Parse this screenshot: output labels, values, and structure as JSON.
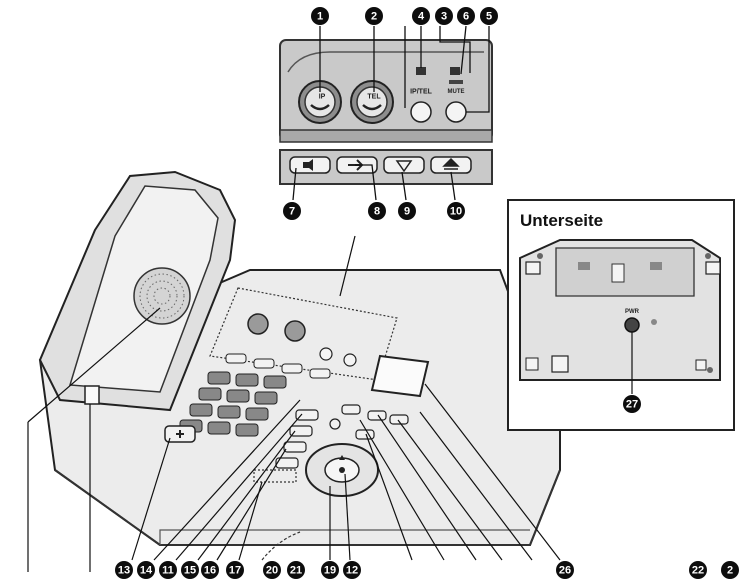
{
  "panel": {
    "button_labels": {
      "ip": "IP",
      "tel": "TEL",
      "ip_tel": "IP/TEL",
      "mute": "MUTE"
    }
  },
  "inset": {
    "title": "Unterseite",
    "port_label": "PWR"
  },
  "callouts": {
    "top": [
      "1",
      "2",
      "4",
      "3",
      "6",
      "5"
    ],
    "row": [
      "7",
      "8",
      "9",
      "10"
    ],
    "bottom": [
      "13",
      "14",
      "11",
      "15",
      "16",
      "17",
      "20",
      "21",
      "19",
      "12",
      "26",
      "22",
      "2"
    ],
    "inset": [
      "27"
    ]
  }
}
